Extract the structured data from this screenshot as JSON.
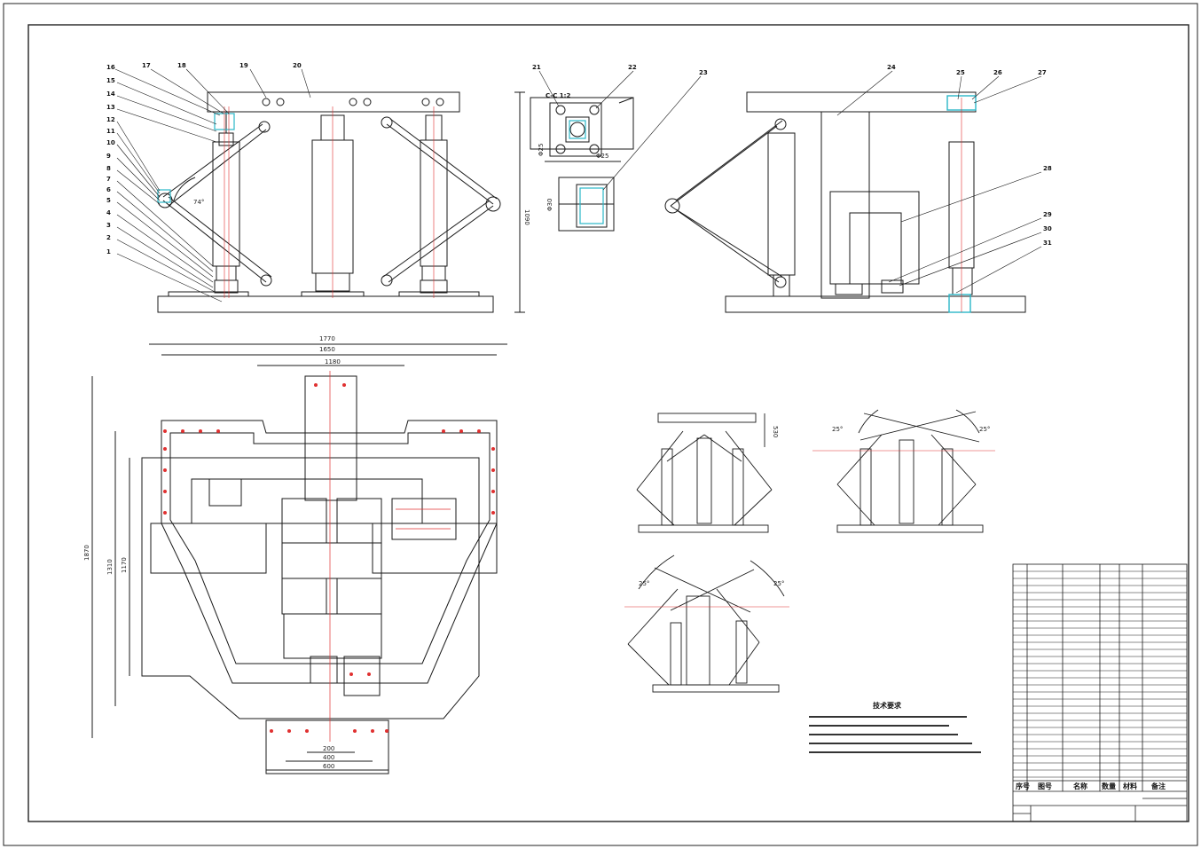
{
  "drawing": {
    "section_label": "C-C 1:2",
    "balloons_left": [
      "16",
      "17",
      "18",
      "19",
      "20",
      "15",
      "14",
      "13",
      "12",
      "11",
      "10",
      "9",
      "8",
      "7",
      "6",
      "5",
      "4",
      "3",
      "2",
      "1"
    ],
    "balloons_mid": [
      "21",
      "22",
      "23"
    ],
    "balloons_right": [
      "24",
      "25",
      "26",
      "27",
      "28",
      "29",
      "30",
      "31"
    ],
    "front_dims": {
      "angle": "74°",
      "height": "1090"
    },
    "section_dims": {
      "d1": "Φ25",
      "d2": "Φ25",
      "d3": "Φ30"
    },
    "plan_dims": {
      "w1": "1770",
      "w2": "1650",
      "w3": "1180",
      "h1": "1870",
      "h2": "1310",
      "h3": "1170",
      "b1": "200",
      "b2": "400",
      "b3": "600"
    },
    "pose_dims": {
      "h": "530",
      "a1": "25°",
      "a2": "25°",
      "a3": "25°",
      "a4": "25°"
    }
  },
  "tech_req": {
    "title": "技术要求"
  },
  "parts_table": {
    "header": {
      "no": "序号",
      "code": "图号",
      "name": "名称",
      "qty": "数量",
      "material": "材料",
      "remark": "备注"
    }
  },
  "colors": {
    "line": "#1a1a1a",
    "centerline": "#e03030",
    "highlight": "#2ab7c8"
  }
}
